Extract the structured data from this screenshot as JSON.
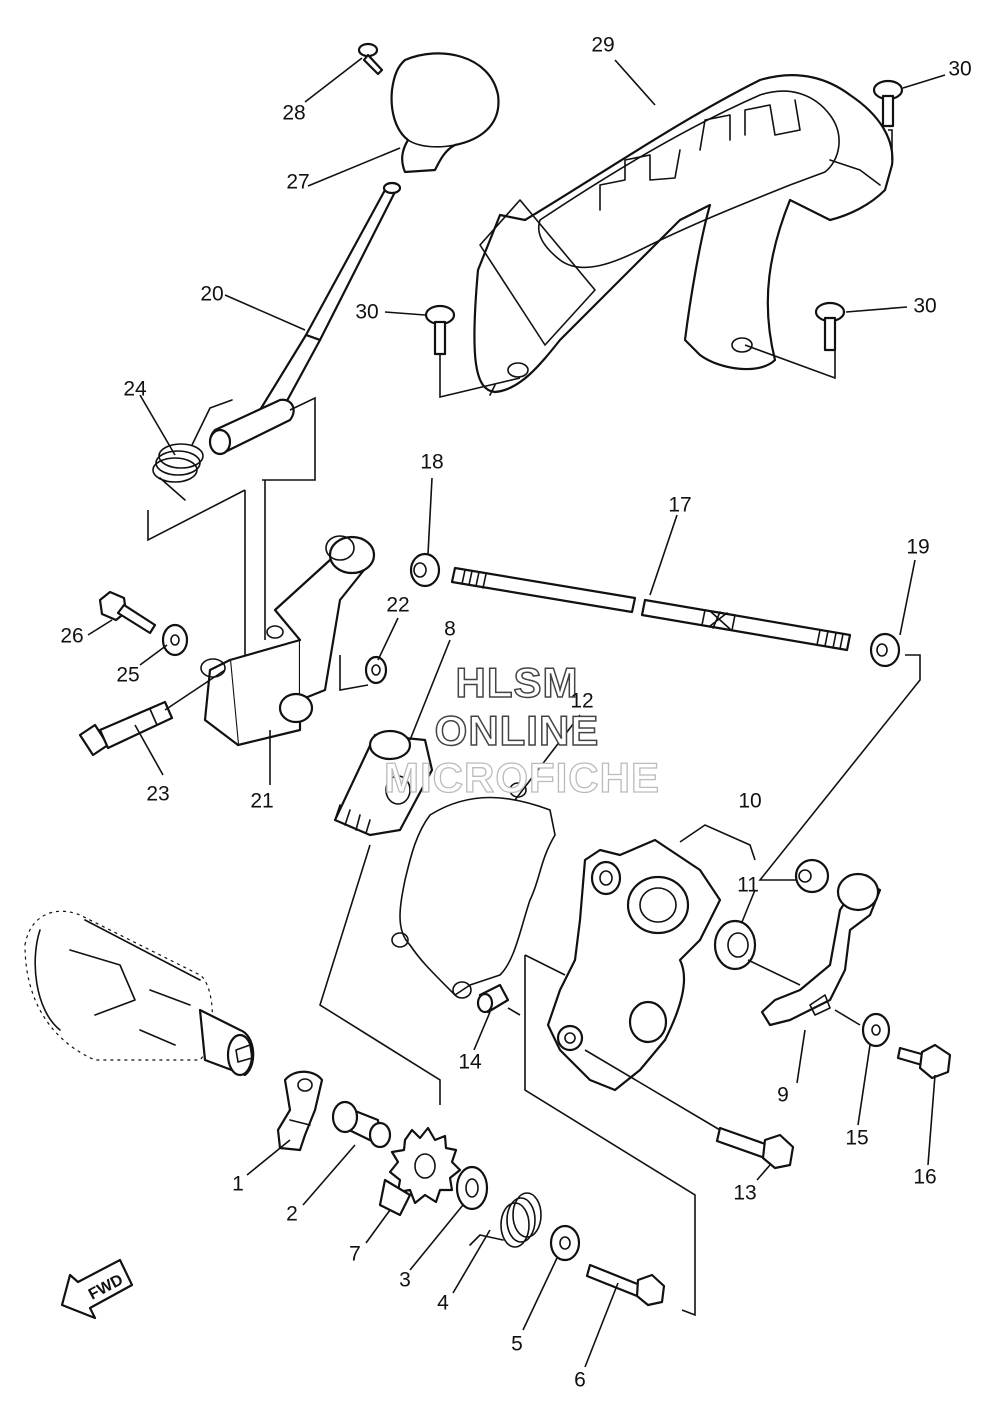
{
  "watermark": {
    "line1": "HLSM",
    "line2": "ONLINE",
    "line3": "MICROFICHE"
  },
  "direction_label": "FWD",
  "callouts": {
    "c1": "1",
    "c2": "2",
    "c3": "3",
    "c4": "4",
    "c5": "5",
    "c6": "6",
    "c7": "7",
    "c8": "8",
    "c9": "9",
    "c10": "10",
    "c11": "11",
    "c12": "12",
    "c13": "13",
    "c14": "14",
    "c15": "15",
    "c16": "16",
    "c17": "17",
    "c18": "18",
    "c19": "19",
    "c20": "20",
    "c21": "21",
    "c22": "22",
    "c23": "23",
    "c24": "24",
    "c25": "25",
    "c26": "26",
    "c27": "27",
    "c28": "28",
    "c29": "29",
    "c30a": "30",
    "c30b": "30",
    "c30c": "30"
  }
}
